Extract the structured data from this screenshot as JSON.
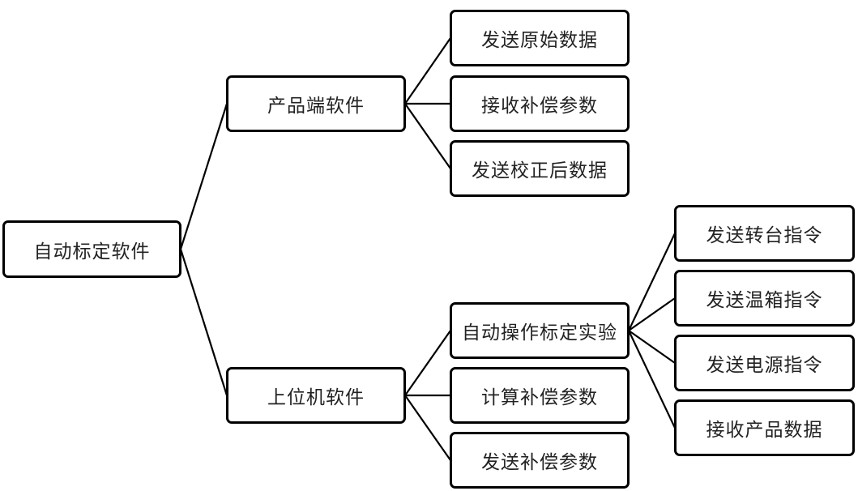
{
  "diagram": {
    "type": "tree",
    "root": {
      "label": "自动标定软件",
      "children": [
        {
          "label": "产品端软件",
          "children": [
            {
              "label": "发送原始数据"
            },
            {
              "label": "接收补偿参数"
            },
            {
              "label": "发送校正后数据"
            }
          ]
        },
        {
          "label": "上位机软件",
          "children": [
            {
              "label": "自动操作标定实验",
              "children": [
                {
                  "label": "发送转台指令"
                },
                {
                  "label": "发送温箱指令"
                },
                {
                  "label": "发送电源指令"
                },
                {
                  "label": "接收产品数据"
                }
              ]
            },
            {
              "label": "计算补偿参数"
            },
            {
              "label": "发送补偿参数"
            }
          ]
        }
      ]
    },
    "colors": {
      "border": "#000000",
      "text": "#222222",
      "background": "#ffffff"
    }
  }
}
